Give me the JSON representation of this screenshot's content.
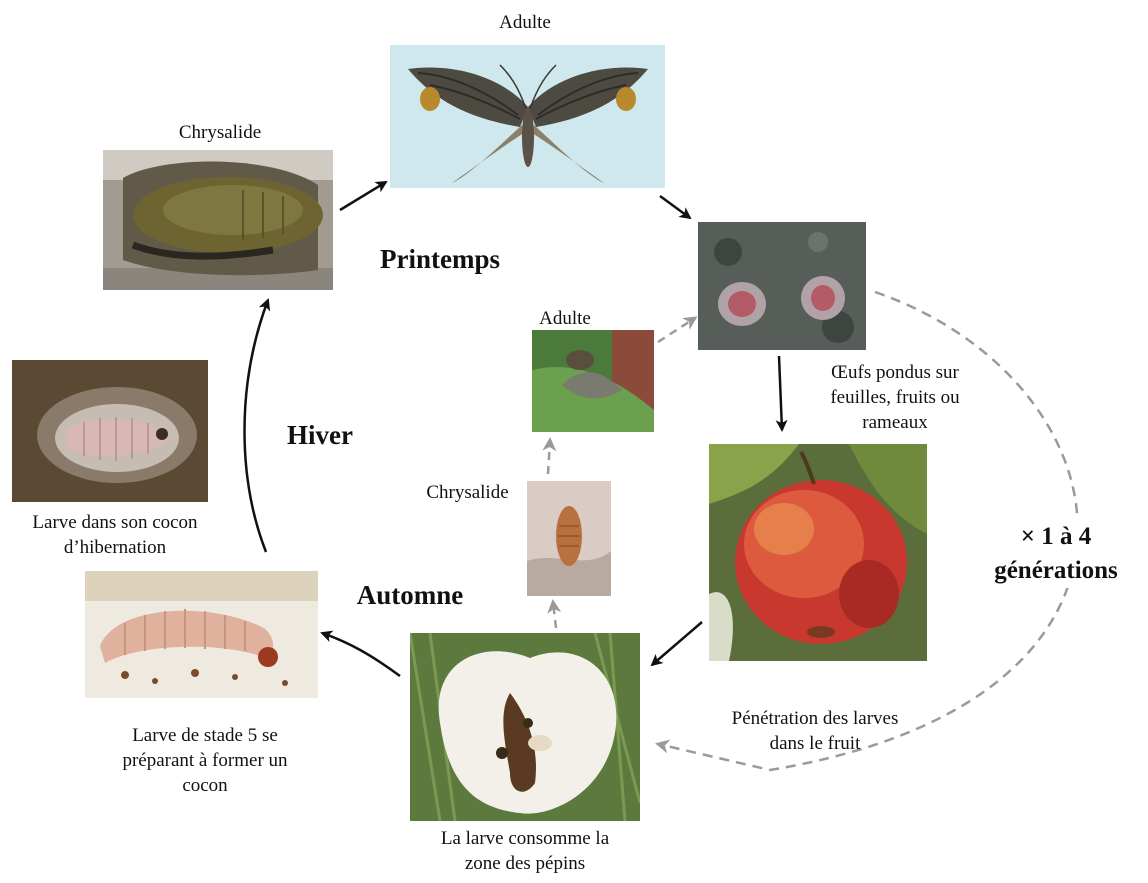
{
  "stages": {
    "adult_main": "Adulte",
    "chrysalide_main": "Chrysalide",
    "adult_inner": "Adulte",
    "chrysalide_inner": "Chrysalide",
    "larva_cocoon": [
      "Larve dans son cocon",
      "d’hibernation"
    ],
    "eggs": [
      "Œufs pondus sur",
      "feuilles, fruits ou",
      "rameaux"
    ],
    "penetration": [
      "Pénétration des larves",
      "dans le fruit"
    ],
    "larva_consumes": [
      "La larve consomme la",
      "zone des pépins"
    ],
    "larva_stage5": [
      "Larve de stade 5 se",
      "préparant à former  un",
      "cocon"
    ]
  },
  "seasons": {
    "spring": "Printemps",
    "winter": "Hiver",
    "autumn": "Automne"
  },
  "generations": [
    "× 1 à 4",
    "générations"
  ],
  "colors": {
    "solid_arrow": "#111111",
    "dashed_arrow": "#9a9a9a",
    "adult_bg": "#cfe8ee"
  }
}
